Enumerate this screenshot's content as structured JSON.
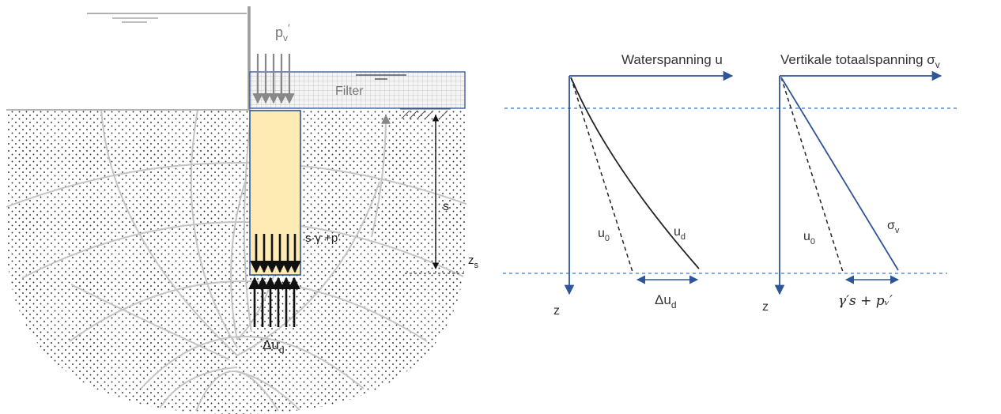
{
  "colors": {
    "blue": "#2e5597",
    "dashed_blue": "#5b8fd6",
    "filter_fill": "#f2f2f2",
    "column_fill": "#fdebb3",
    "flow_lines": "#c4c4c4",
    "soil_dots": "#333333"
  },
  "left_diagram": {
    "load_label_base": "p",
    "load_label_sub": "v",
    "load_label_prime": "′",
    "filter_label": "Filter",
    "stress_label": "s·γ +p′",
    "depth_label": "s",
    "zs_label_base": "z",
    "zs_label_sub": "s",
    "excess_label_base": "Δu",
    "excess_label_sub": "d"
  },
  "graph_water": {
    "title": "Waterspanning u",
    "z_axis_label": "z",
    "u0_base": "u",
    "u0_sub": "0",
    "ud_base": "u",
    "ud_sub": "d",
    "delta_base": "Δu",
    "delta_sub": "d"
  },
  "graph_total": {
    "title_text": "Vertikale totaalspanning σ",
    "title_sub": "v",
    "z_axis_label": "z",
    "u0_base": "u",
    "u0_sub": "0",
    "sigma_base": "σ",
    "sigma_sub": "v",
    "delta_formula": "γ′s + pᵥ′"
  }
}
